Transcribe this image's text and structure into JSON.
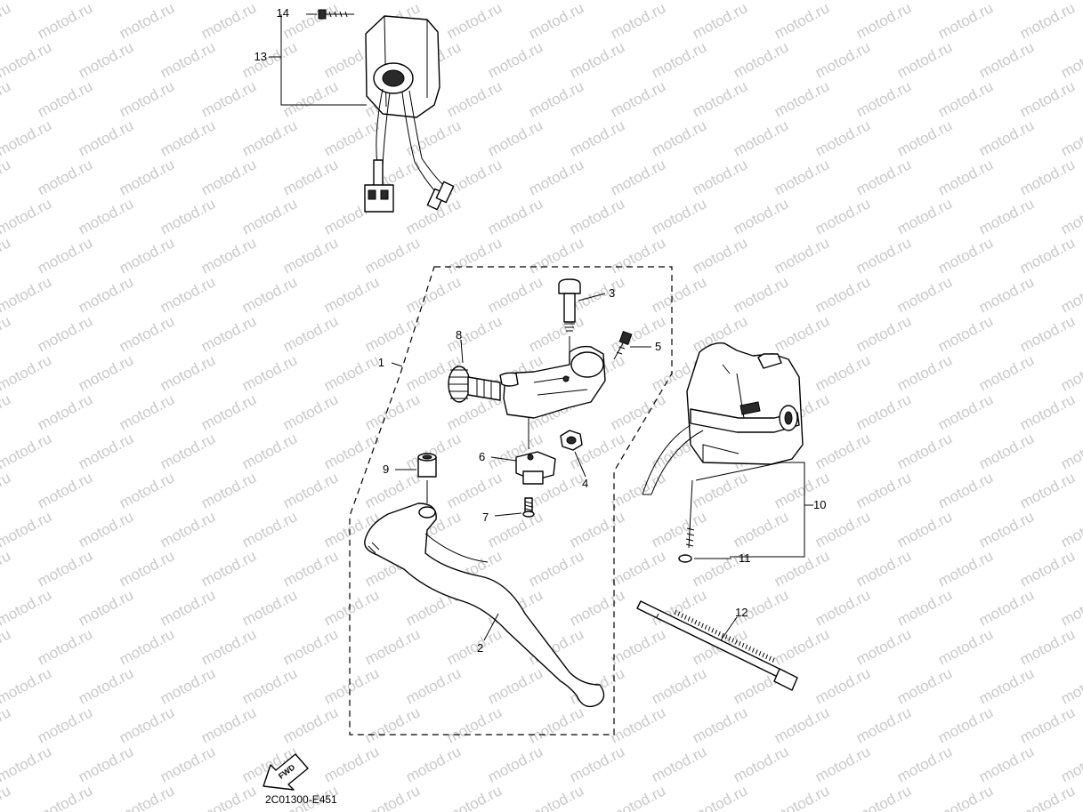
{
  "watermark": {
    "text": "motod.ru"
  },
  "diagram_code": "2C01300-E451",
  "fwd_label": "FWD",
  "callouts": {
    "c1": "1",
    "c2": "2",
    "c3": "3",
    "c4": "4",
    "c5": "5",
    "c6": "6",
    "c7": "7",
    "c8": "8",
    "c9": "9",
    "c10": "10",
    "c11": "11",
    "c12": "12",
    "c13": "13",
    "c14": "14"
  }
}
